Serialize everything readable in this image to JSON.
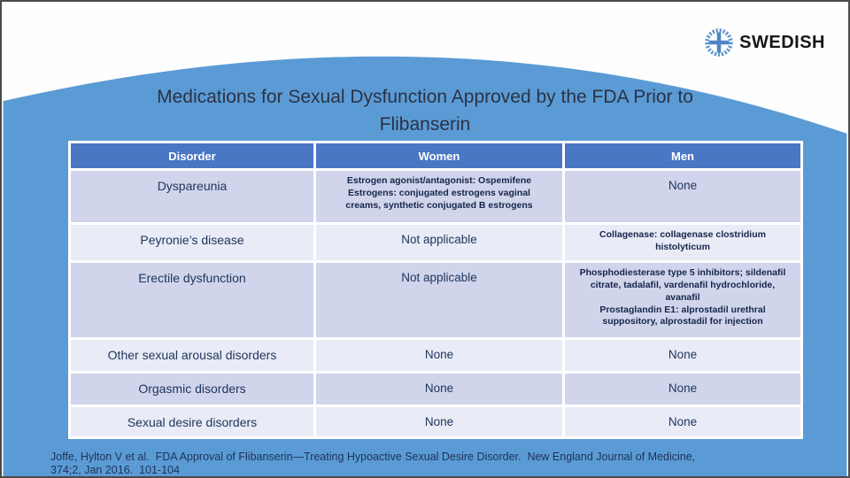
{
  "logo": {
    "brand": "SWEDISH"
  },
  "title": {
    "line1": "Medications for Sexual Dysfunction Approved by the FDA Prior to",
    "line2": "Flibanserin"
  },
  "colors": {
    "curve_blue": "#5b9bd5",
    "header_blue": "#4a77c4",
    "band_dark": "#d0d5eb",
    "band_light": "#e9ebf7",
    "body_text": "#21365d"
  },
  "table": {
    "columns": {
      "disorder": "Disorder",
      "women": "Women",
      "men": "Men"
    },
    "rows": [
      {
        "disorder": "Dyspareunia",
        "women": "Estrogen agonist/antagonist: Ospemifene\nEstrogens: conjugated estrogens vaginal\ncreams, synthetic conjugated B estrogens",
        "men": "None"
      },
      {
        "disorder": "Peyronie’s disease",
        "women": "Not applicable",
        "men": "Collagenase: collagenase clostridium\nhistolyticum"
      },
      {
        "disorder": "Erectile dysfunction",
        "women": "Not applicable",
        "men": "Phosphodiesterase type 5 inhibitors; sildenafil\ncitrate, tadalafil, vardenafil hydrochloride,\navanafil\nProstaglandin E1: alprostadil urethral\nsuppository, alprostadil for injection"
      },
      {
        "disorder": "Other sexual arousal disorders",
        "women": "None",
        "men": "None"
      },
      {
        "disorder": "Orgasmic disorders",
        "women": "None",
        "men": "None"
      },
      {
        "disorder": "Sexual desire disorders",
        "women": "None",
        "men": "None"
      }
    ]
  },
  "citation": "Joffe, Hylton V et al.  FDA Approval of Flibanserin—Treating Hypoactive Sexual Desire Disorder.  New England Journal of Medicine,\n374;2, Jan 2016.  101-104"
}
